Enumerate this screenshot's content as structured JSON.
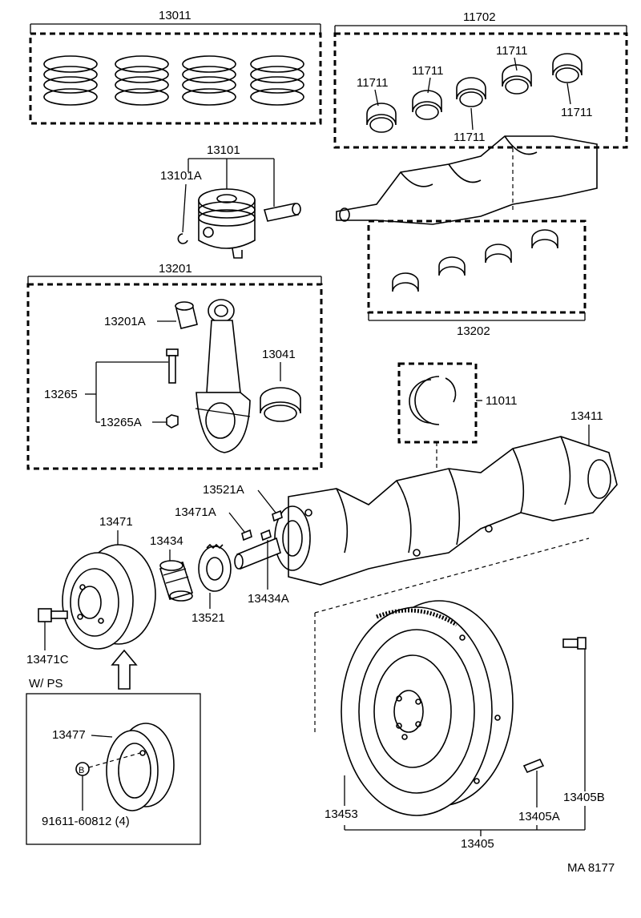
{
  "labels": {
    "p13011": "13011",
    "p11702": "11702",
    "p11711_a": "11711",
    "p11711_b": "11711",
    "p11711_c": "11711",
    "p11711_d": "11711",
    "p11711_e": "11711",
    "p13101": "13101",
    "p13101A": "13101A",
    "p13201": "13201",
    "p13201A": "13201A",
    "p13041": "13041",
    "p13265": "13265",
    "p13265A": "13265A",
    "p13202": "13202",
    "p11011": "11011",
    "p13411": "13411",
    "p13521A": "13521A",
    "p13471A": "13471A",
    "p13471": "13471",
    "p13434": "13434",
    "p13434A": "13434A",
    "p13521": "13521",
    "p13471C": "13471C",
    "wps": "W/ PS",
    "p13477": "13477",
    "bolt_marker": "B",
    "p91611": "91611-60812 (4)",
    "p13453": "13453",
    "p13405A": "13405A",
    "p13405B": "13405B",
    "p13405": "13405",
    "ref_code": "MA  8177"
  }
}
